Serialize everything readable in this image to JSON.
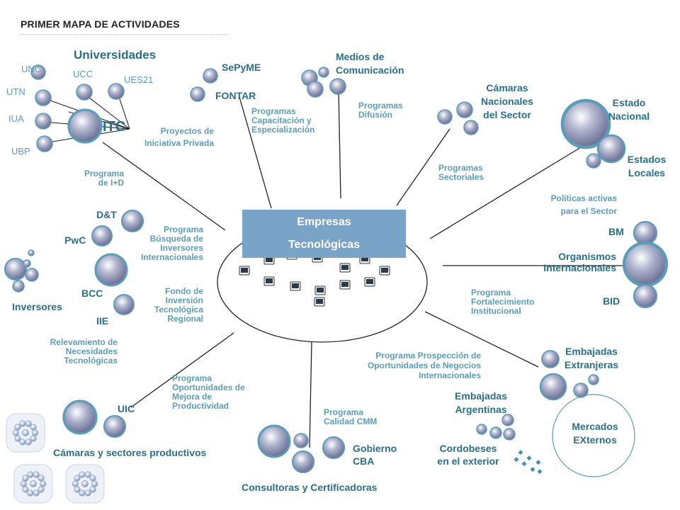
{
  "title": "PRIMER MAPA DE ACTIVIDADES",
  "center": {
    "line1": "Empresas",
    "line2": "Tecnológicas"
  },
  "itc": "ITC",
  "universidades": {
    "title": "Universidades",
    "items": [
      "UNC",
      "UCC",
      "UES21",
      "UTN",
      "IUA",
      "UBP"
    ]
  },
  "actors": {
    "sepyme": "SePyME",
    "fontar": "FONTAR",
    "medios": "Medios de\nComunicación",
    "camaras_nacionales": "Cámaras\nNacionales\ndel Sector",
    "estado_nacional": "Estado\nNacional",
    "estados_locales": "Estados\nLocales",
    "bm": "BM",
    "organismos": "Organismos\nInternacionales",
    "bid": "BID",
    "embajadas_extranjeras": "Embajadas\nExtranjeras",
    "embajadas_argentinas": "Embajadas\nArgentinas",
    "mercados_externos": "Mercados\nEXternos",
    "cordobeses": "Cordobeses\nen el exterior",
    "gobierno_cba": "Gobierno\nCBA",
    "consultoras": "Consultoras y Certificadoras",
    "camaras_sectores": "Cámaras y sectores productivos",
    "uic": "UIC",
    "inversores": "Inversores",
    "dt": "D&T",
    "pwc": "PwC",
    "bcc": "BCC",
    "iie": "IIE"
  },
  "programs": {
    "capacitacion": "Programas\nCapacitación y\nEspecialización",
    "difusion": "Programas\nDifusión",
    "proyectos_privada": "Proyectos de\nIniciativa Privada",
    "sectoriales": "Programas\nSectoriales",
    "politicas": "Políticas activas\npara el Sector",
    "id": "Programa\nde I+D",
    "busqueda_inversores": "Programa\nBúsqueda de\nInversores\nInternacionales",
    "fondo": "Fondo de\nInversión\nTecnológica\nRegional",
    "fortalecimiento": "Programa\nFortalecimiento\nInstitucional",
    "relevamiento": "Relevamiento de\nNecesidades\nTecnológicas",
    "prospeccion": "Programa Prospección de\nOportunidades de Negocios\nInternacionales",
    "oportunidades": "Programa\nOportunidades de\nMejora de\nProductividad",
    "calidad": "Programa\nCalidad CMM"
  },
  "colors": {
    "label": "#2a6f8a",
    "program": "#5b9db8",
    "center_box": "#7aa3c8",
    "line": "#222222",
    "bubble_fill": "#8a8fb0",
    "bubble_ring": "#5b9db8"
  }
}
